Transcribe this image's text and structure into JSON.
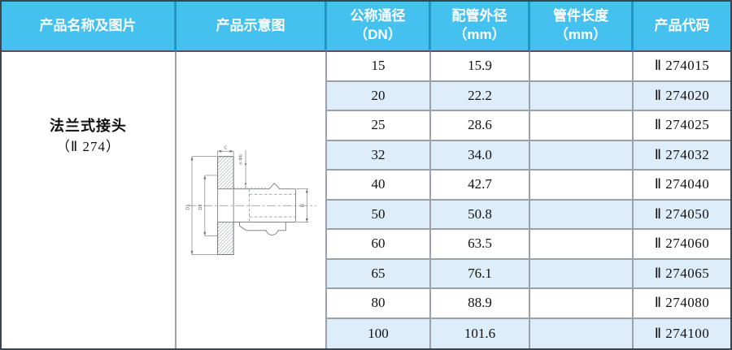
{
  "table": {
    "headers": [
      {
        "title": "产品名称及图片",
        "unit": ""
      },
      {
        "title": "产品示意图",
        "unit": ""
      },
      {
        "title": "公称通径",
        "unit": "（DN）"
      },
      {
        "title": "配管外径",
        "unit": "（mm）"
      },
      {
        "title": "管件长度",
        "unit": "（mm）"
      },
      {
        "title": "产品代码",
        "unit": ""
      }
    ],
    "product": {
      "name": "法兰式接头",
      "series": "（Ⅱ 274）"
    },
    "rows": [
      {
        "dn": "15",
        "od": "15.9",
        "length": "",
        "code": "Ⅱ 274015"
      },
      {
        "dn": "20",
        "od": "22.2",
        "length": "",
        "code": "Ⅱ 274020"
      },
      {
        "dn": "25",
        "od": "28.6",
        "length": "",
        "code": "Ⅱ 274025"
      },
      {
        "dn": "32",
        "od": "34.0",
        "length": "",
        "code": "Ⅱ 274032"
      },
      {
        "dn": "40",
        "od": "42.7",
        "length": "",
        "code": "Ⅱ 274040"
      },
      {
        "dn": "50",
        "od": "50.8",
        "length": "",
        "code": "Ⅱ 274050"
      },
      {
        "dn": "60",
        "od": "63.5",
        "length": "",
        "code": "Ⅱ 274060"
      },
      {
        "dn": "65",
        "od": "76.1",
        "length": "",
        "code": "Ⅱ 274065"
      },
      {
        "dn": "80",
        "od": "88.9",
        "length": "",
        "code": "Ⅱ 274080"
      },
      {
        "dn": "100",
        "od": "101.6",
        "length": "",
        "code": "Ⅱ 274100"
      }
    ]
  },
  "diagram": {
    "labels": {
      "flange_width": "C",
      "bolt_holes": "n-Φb",
      "flange_od": "D1",
      "bolt_circle": "D2",
      "pipe_od": "D"
    }
  },
  "colors": {
    "header_bg": "#45c1f0",
    "header_separator": "#2395c9",
    "header_text": "#ffffff",
    "stripe_bg": "#ddeefa",
    "grid_line": "#9aa1a8",
    "outer_border": "#3b454d",
    "body_text": "#111111"
  }
}
